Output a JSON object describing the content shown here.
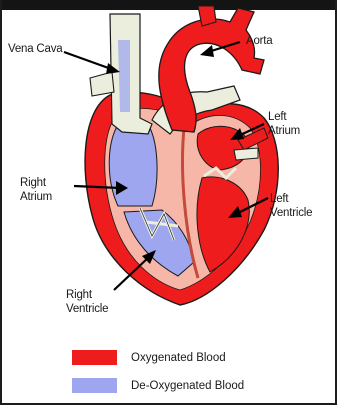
{
  "labels": {
    "vena_cava": "Vena Cava",
    "aorta": "Aorta",
    "left_atrium_1": "Left",
    "left_atrium_2": "Atrium",
    "right_atrium_1": "Right",
    "right_atrium_2": "Atrium",
    "left_ventricle_1": "Left",
    "left_ventricle_2": "Ventricle",
    "right_ventricle_1": "Right",
    "right_ventricle_2": "Ventricle"
  },
  "legend": [
    {
      "label": "Oxygenated Blood",
      "color": "#ee1c1c"
    },
    {
      "label": "De-Oxygenated Blood",
      "color": "#9da6ee"
    }
  ],
  "colors": {
    "oxygenated": "#ee1c1c",
    "deoxygenated": "#9da6ee",
    "vessel_pale": "#eceedd",
    "muscle": "#f6b7a8",
    "outline": "#1a1a1a"
  }
}
